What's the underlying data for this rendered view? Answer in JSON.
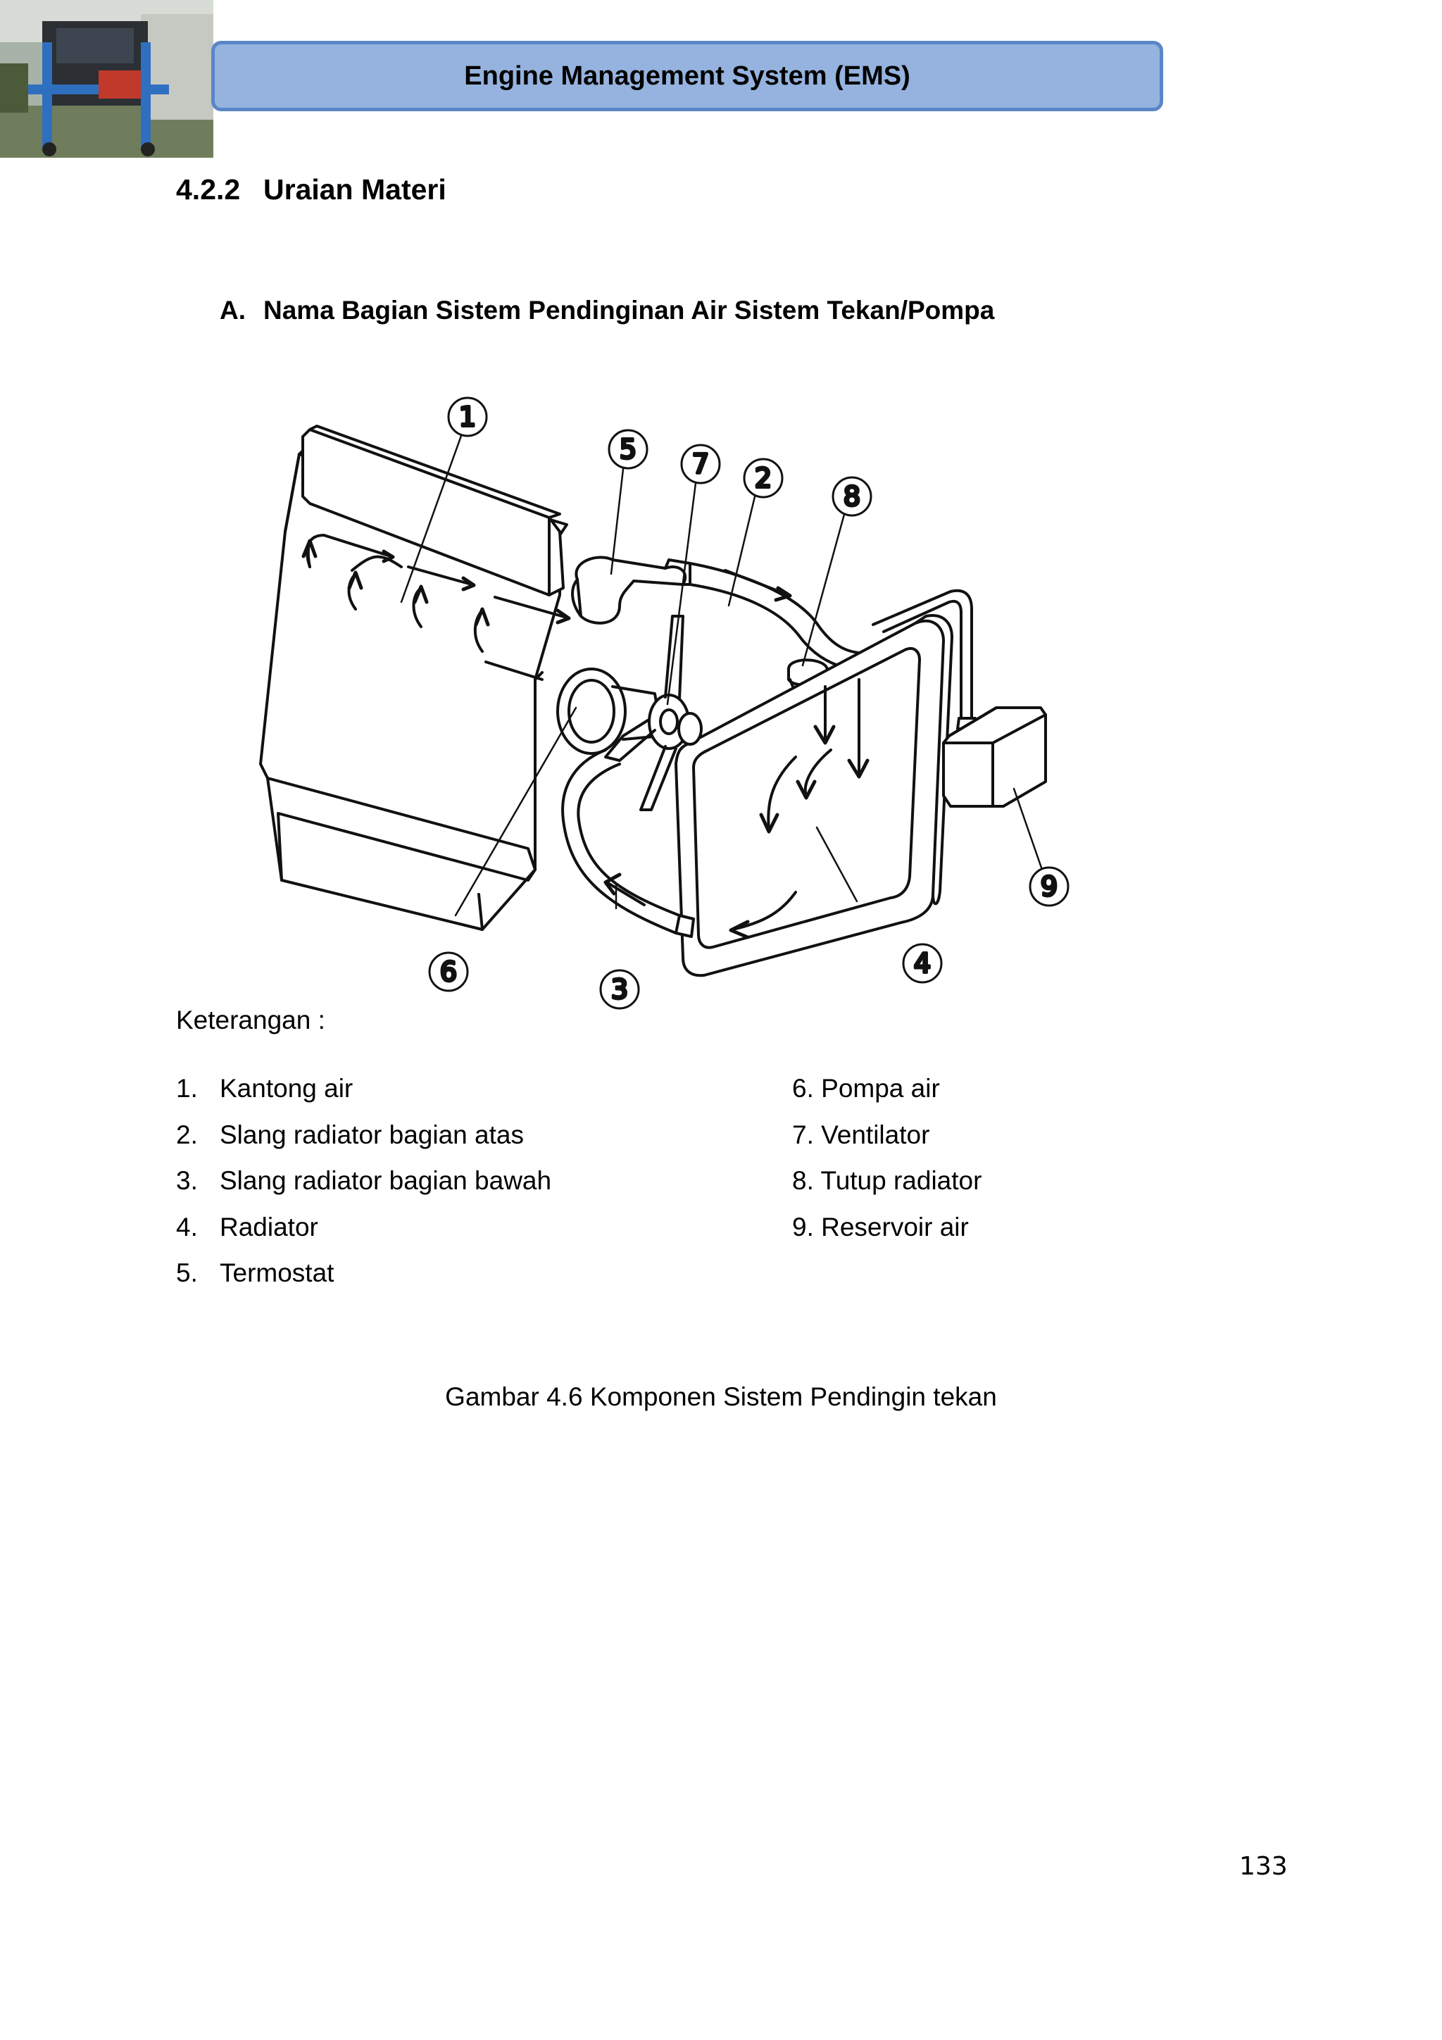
{
  "header": {
    "banner_title": "Engine Management System (EMS)"
  },
  "section": {
    "number": "4.2.2",
    "title": "Uraian Materi"
  },
  "subsection": {
    "letter": "A.",
    "title": "Nama Bagian Sistem Pendinginan Air Sistem Tekan/Pompa"
  },
  "figure": {
    "callouts": [
      "1",
      "2",
      "3",
      "4",
      "5",
      "6",
      "7",
      "8",
      "9"
    ]
  },
  "legend": {
    "title": "Keterangan :",
    "left": [
      {
        "num": "1.",
        "label": "Kantong air"
      },
      {
        "num": "2.",
        "label": "Slang radiator bagian atas"
      },
      {
        "num": "3.",
        "label": "Slang radiator bagian bawah"
      },
      {
        "num": "4.",
        "label": "Radiator"
      },
      {
        "num": "5.",
        "label": "Termostat"
      }
    ],
    "right": [
      {
        "label": "6. Pompa air"
      },
      {
        "label": "7. Ventilator"
      },
      {
        "label": "8. Tutup radiator"
      },
      {
        "label": "9. Reservoir air"
      }
    ]
  },
  "caption": "Gambar 4.6 Komponen Sistem Pendingin tekan",
  "page_number": "133"
}
